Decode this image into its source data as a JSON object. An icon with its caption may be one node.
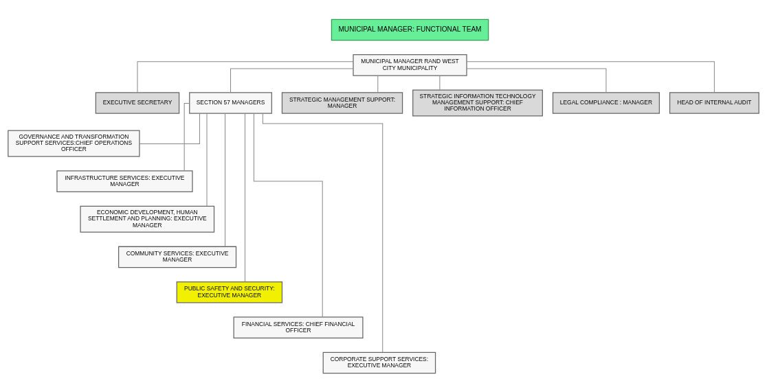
{
  "diagram": {
    "nodes": [
      {
        "text": [
          "MUNICIPAL MANAGER: FUNCTIONAL TEAM"
        ]
      },
      {
        "text": [
          "MUNICIPAL MANAGER RAND WEST CITY MUNICIPALITY"
        ]
      },
      {
        "text": [
          "EXECUTIVE SECRETARY"
        ]
      },
      {
        "text": [
          "SECTION 57 MANAGERS"
        ]
      },
      {
        "text": [
          "STRATEGIC MANAGEMENT SUPPORT: MANAGER"
        ]
      },
      {
        "text": [
          "STRATEGIC INFORMATION TECHNOLOGY MANAGEMENT SUPPORT: CHIEF INFORMATION OFFICER"
        ]
      },
      {
        "text": [
          "LEGAL COMPLIANCE : MANAGER"
        ]
      },
      {
        "text": [
          "HEAD OF INTERNAL AUDIT"
        ]
      },
      {
        "text": [
          "GOVERNANCE AND TRANSFORMATION SUPPORT SERVICES:CHIEF OPERATIONS OFFICER"
        ]
      },
      {
        "text": [
          "INFRASTRUCTURE SERVICES: EXECUTIVE MANAGER"
        ]
      },
      {
        "text": [
          "ECONOMIC DEVELOPMENT, HUMAN SETTLEMENT AND PLANNING: EXECUTIVE MANAGER"
        ]
      },
      {
        "text": [
          "COMMUNITY SERVICES: EXECUTIVE MANAGER"
        ]
      },
      {
        "text": [
          "PUBLIC SAFETY AND SECURITY: EXECUTIVE MANAGER"
        ]
      },
      {
        "text": [
          "FINANCIAL SERVICES: CHIEF FINANCIAL OFFICER"
        ]
      },
      {
        "text": [
          "CORPORATE SUPPORT SERVICES: EXECUTIVE MANAGER"
        ]
      }
    ],
    "edges": [
      {
        "from": 1,
        "to": 2,
        "arrow": "none"
      },
      {
        "from": 1,
        "to": 3,
        "arrow": "none"
      },
      {
        "from": 1,
        "to": 4,
        "arrow": "none"
      },
      {
        "from": 1,
        "to": 5,
        "arrow": "none"
      },
      {
        "from": 1,
        "to": 6,
        "arrow": "none"
      },
      {
        "from": 1,
        "to": 7,
        "arrow": "none"
      },
      {
        "from": 3,
        "to": 8,
        "arrow": "none"
      },
      {
        "from": 3,
        "to": 9,
        "arrow": "none"
      },
      {
        "from": 3,
        "to": 10,
        "arrow": "none"
      },
      {
        "from": 3,
        "to": 11,
        "arrow": "none"
      },
      {
        "from": 3,
        "to": 12,
        "arrow": "none"
      },
      {
        "from": 3,
        "to": 13,
        "arrow": "none"
      },
      {
        "from": 3,
        "to": 14,
        "arrow": "none"
      }
    ]
  }
}
